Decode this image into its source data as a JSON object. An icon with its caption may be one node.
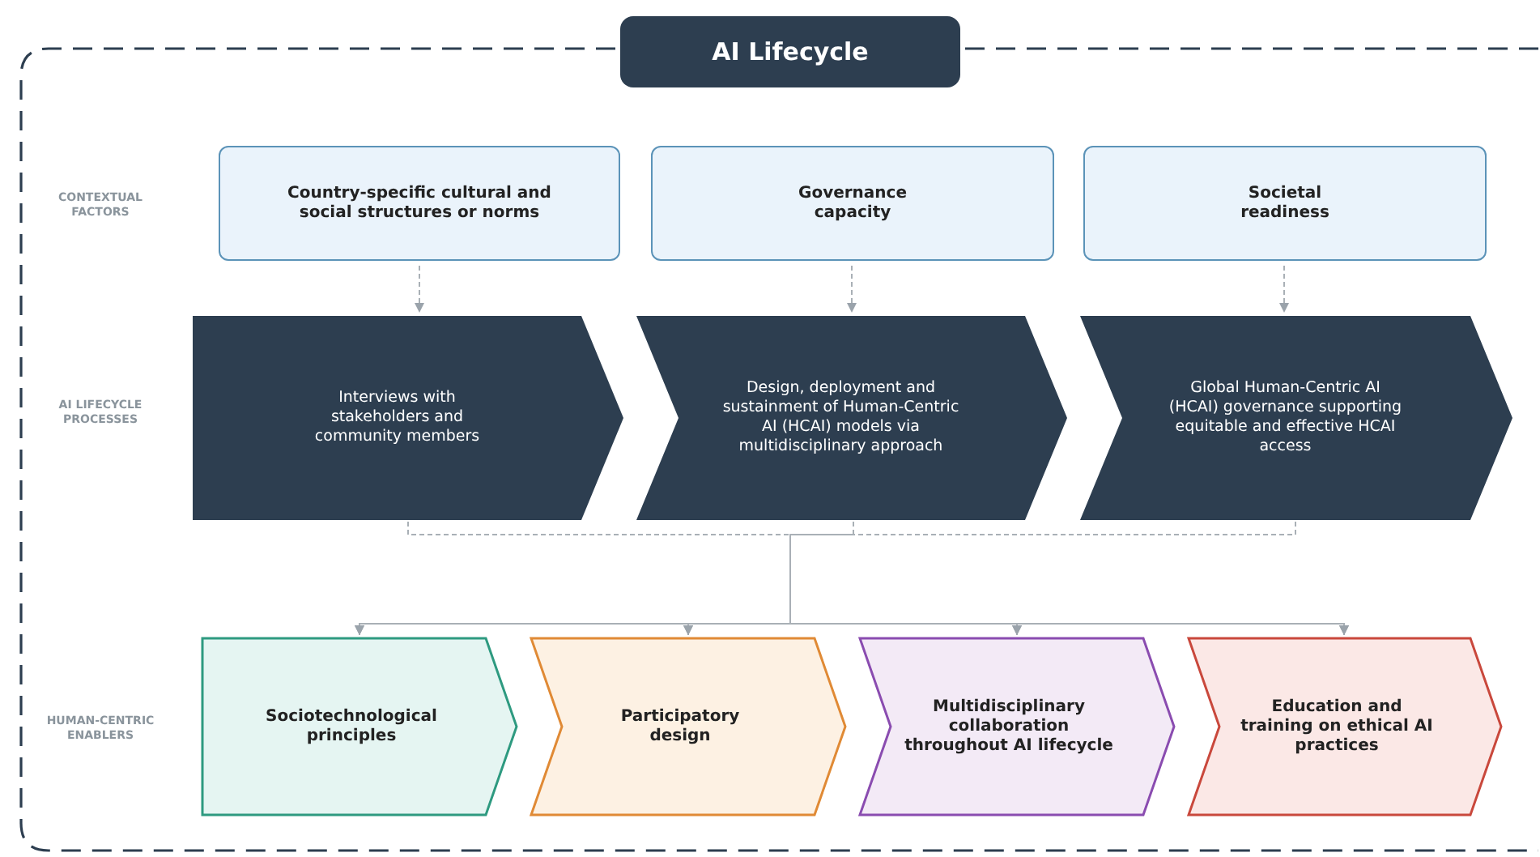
{
  "diagram": {
    "title": "AI Lifecycle",
    "nodes": [
      {
        "text": [
          "Country-specific cultural and social structures or norms"
        ]
      },
      {
        "text": [
          "Governance capacity"
        ]
      },
      {
        "text": [
          "Societal readiness"
        ]
      },
      {
        "text": [
          "Interviews with stakeholders and community members"
        ]
      },
      {
        "text": [
          "Design, deployment and sustainment of Human-Centric AI (HCAI) models via multidisciplinary approach"
        ]
      },
      {
        "text": [
          "Global Human-Centric AI (HCAI) governance supporting equitable and effective HCAI access"
        ]
      },
      {
        "text": [
          "Sociotechnological principles"
        ]
      },
      {
        "text": [
          "Participatory design"
        ]
      },
      {
        "text": [
          "Multidisciplinary collaboration throughout AI lifecycle"
        ]
      },
      {
        "text": [
          "Education and training on ethical AI practices"
        ]
      }
    ],
    "edges": [
      {
        "from": 0,
        "to": 3,
        "arrow": "to",
        "style": "dashed"
      },
      {
        "from": 1,
        "to": 4,
        "arrow": "to",
        "style": "dashed"
      },
      {
        "from": 2,
        "to": 5,
        "arrow": "to",
        "style": "dashed"
      },
      {
        "from": 3,
        "to": 6,
        "arrow": "to",
        "style": "dashed"
      },
      {
        "from": 3,
        "to": 7,
        "arrow": "to",
        "style": "dashed"
      },
      {
        "from": 3,
        "to": 8,
        "arrow": "to",
        "style": "dashed"
      },
      {
        "from": 3,
        "to": 9,
        "arrow": "to",
        "style": "dashed"
      },
      {
        "from": 4,
        "to": 6,
        "arrow": "to",
        "style": "dashed"
      },
      {
        "from": 4,
        "to": 7,
        "arrow": "to",
        "style": "dashed"
      },
      {
        "from": 4,
        "to": 8,
        "arrow": "to",
        "style": "dashed"
      },
      {
        "from": 4,
        "to": 9,
        "arrow": "to",
        "style": "dashed"
      },
      {
        "from": 5,
        "to": 6,
        "arrow": "to",
        "style": "dashed"
      },
      {
        "from": 5,
        "to": 7,
        "arrow": "to",
        "style": "dashed"
      },
      {
        "from": 5,
        "to": 8,
        "arrow": "to",
        "style": "dashed"
      },
      {
        "from": 5,
        "to": 9,
        "arrow": "to",
        "style": "dashed"
      }
    ],
    "labels": [
      "CONTEXTUAL FACTORS",
      "AI LIFECYCLE PROCESSES",
      "HUMAN-CENTRIC ENABLERS"
    ]
  }
}
